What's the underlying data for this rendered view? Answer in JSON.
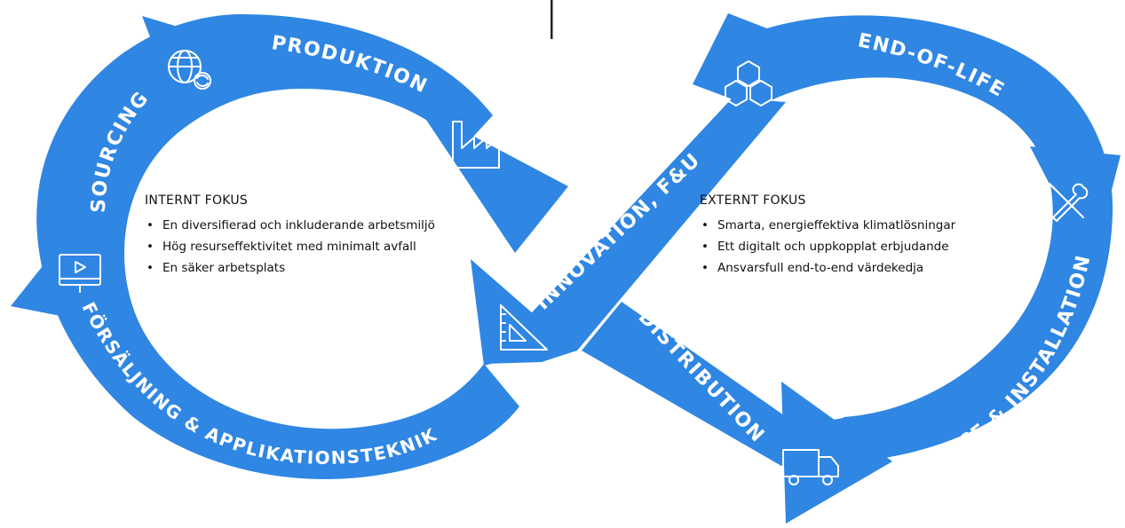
{
  "segments": {
    "sourcing": "SOURCING",
    "produktion": "PRODUKTION",
    "innovation": "INNOVATION, F&U",
    "end_of_life": "END-OF-LIFE",
    "service": "SERVICE & INSTALLATION",
    "distribution": "DISTRIBUTION",
    "forsaljning": "FÖRSÄLJNING & APPLIKATIONSTEKNIK"
  },
  "internal_focus": {
    "title": "INTERNT FOKUS",
    "items": [
      "En diversifierad och inkluderande arbetsmiljö",
      "Hög resurseffektivitet med minimalt avfall",
      "En säker arbetsplats"
    ]
  },
  "external_focus": {
    "title": "EXTERNT FOKUS",
    "items": [
      "Smarta, energieffektiva klimatlösningar",
      "Ett digitalt och uppkopplat erbjudande",
      "Ansvarsfull end-to-end värdekedja"
    ]
  },
  "icons": [
    "globe-refresh-icon",
    "factory-icon",
    "hexagons-icon",
    "tools-icon",
    "truck-icon",
    "ruler-triangle-icon",
    "monitor-play-icon"
  ],
  "colors": {
    "loop": "#2f86e3",
    "text": "#111111",
    "label": "#ffffff"
  }
}
